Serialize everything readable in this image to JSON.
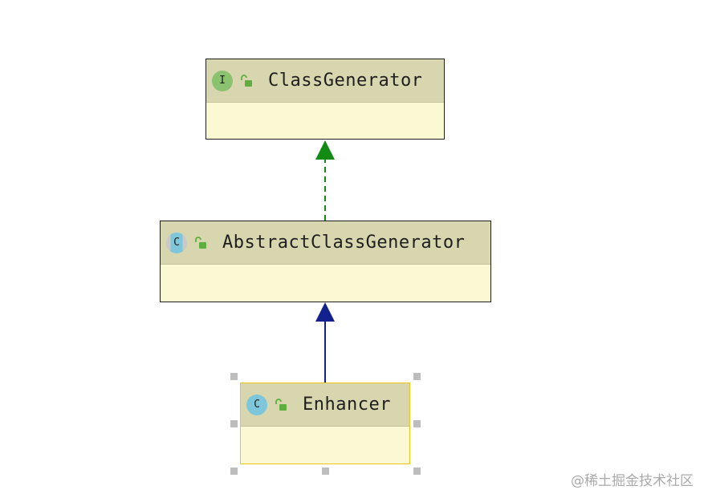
{
  "diagram": {
    "nodes": [
      {
        "id": "class-generator",
        "name": "ClassGenerator",
        "kind": "interface",
        "badge": "I",
        "icon": "unlocked-padlock-icon"
      },
      {
        "id": "abstract-class-generator",
        "name": "AbstractClassGenerator",
        "kind": "abstract-class",
        "badge": "C",
        "icon": "unlocked-padlock-icon"
      },
      {
        "id": "enhancer",
        "name": "Enhancer",
        "kind": "class",
        "badge": "C",
        "icon": "unlocked-padlock-icon",
        "selected": true
      }
    ],
    "edges": [
      {
        "from": "AbstractClassGenerator",
        "to": "ClassGenerator",
        "type": "implements",
        "style": "dashed",
        "color": "#138a13"
      },
      {
        "from": "Enhancer",
        "to": "AbstractClassGenerator",
        "type": "extends",
        "style": "solid",
        "color": "#12218c"
      }
    ]
  },
  "colors": {
    "header": "#d8d6ae",
    "body": "#fbf9d4",
    "interface_badge": "#8ac26f",
    "class_badge": "#7ec6d9",
    "selection_border": "#f0c419",
    "lock": "#5fae3f"
  },
  "watermark": "@稀土掘金技术社区"
}
